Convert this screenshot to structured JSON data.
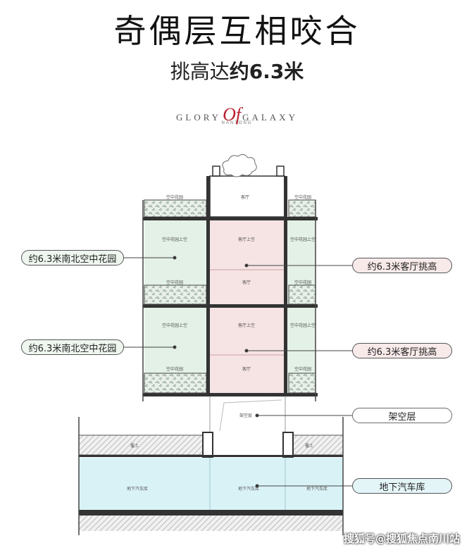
{
  "title": "奇偶层互相咬合",
  "subtitle": {
    "prefix": "挑高达",
    "bold": "约6.3米"
  },
  "logo": {
    "left": "GLORY",
    "of": "Of",
    "right": "GALAXY",
    "city": "NANTONG"
  },
  "callouts": {
    "garden_top": "约6.3米南北空中花园",
    "garden_bottom": "约6.3米南北空中花园",
    "living_top": "约6.3米客厅挑高",
    "living_bottom": "约6.3米客厅挑高",
    "stilt": "架空层",
    "garage": "地下汽车库"
  },
  "diagram_labels": {
    "living_roof": "客厅",
    "sky_garden": "空中花园",
    "sky_garden_upper": "空中花园上空",
    "living_upper": "客厅上空",
    "living": "客厅",
    "stilt": "架空层",
    "soil": "覆土",
    "garage": "地下汽车库"
  },
  "watermark": "搜狐号@搜狐焦点南川站",
  "colors": {
    "garden": "#e3f1e6",
    "living": "#f6e3e4",
    "garage": "#d9f2f6",
    "wall": "#333333"
  }
}
